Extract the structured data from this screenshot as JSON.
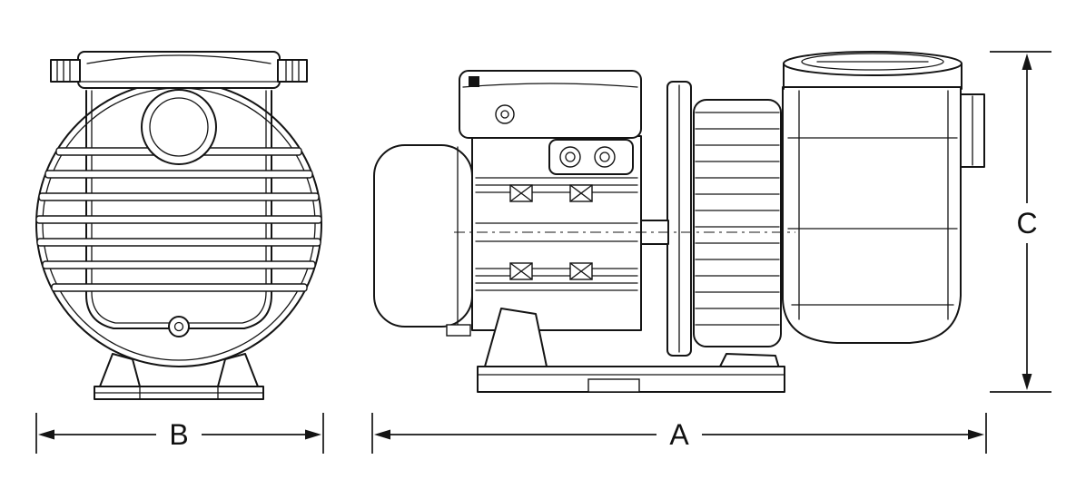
{
  "diagram": {
    "labels": {
      "width": "B",
      "length": "A",
      "height": "C"
    },
    "colors": {
      "line": "#141414",
      "background": "#ffffff"
    }
  }
}
